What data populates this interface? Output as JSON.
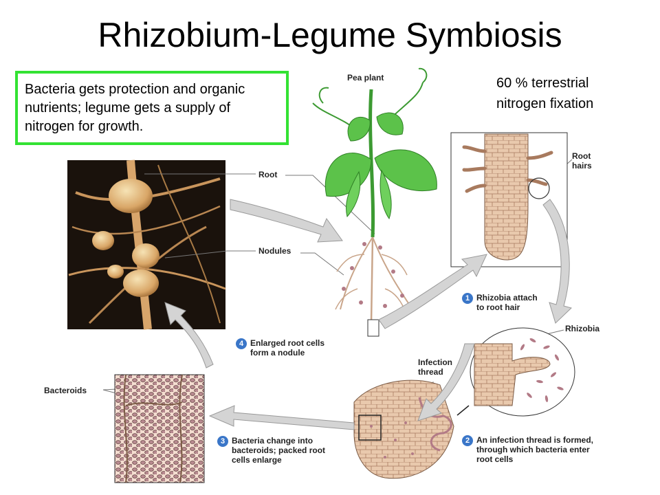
{
  "title": "Rhizobium-Legume Symbiosis",
  "note": "Bacteria gets protection and organic nutrients; legume gets a supply of nitrogen for growth.",
  "side_note": {
    "line1": "60 % terrestrial",
    "line2": "nitrogen fixation"
  },
  "labels": {
    "pea_plant": "Pea plant",
    "root": "Root",
    "nodules": "Nodules",
    "root_hairs_1": "Root",
    "root_hairs_2": "hairs",
    "rhizobia": "Rhizobia",
    "infection_thread_1": "Infection",
    "infection_thread_2": "thread",
    "bacteroids": "Bacteroids"
  },
  "steps": [
    {
      "num": "1",
      "line1": "Rhizobia attach",
      "line2": "to root hair",
      "line3": ""
    },
    {
      "num": "2",
      "line1": "An infection thread is formed,",
      "line2": "through which bacteria enter",
      "line3": "root cells"
    },
    {
      "num": "3",
      "line1": "Bacteria change into",
      "line2": "bacteroids; packed root",
      "line3": "cells enlarge"
    },
    {
      "num": "4",
      "line1": "Enlarged root cells",
      "line2": "form a nodule",
      "line3": ""
    }
  ],
  "colors": {
    "note_border": "#33e233",
    "step_badge": "#3a76c8",
    "plant_green": "#5cc24a",
    "root_tan": "#e8c9a8",
    "nodule_pink": "#b27a86",
    "photo_bg": "#1a120c",
    "arrow_gray": "#c9c9c9"
  }
}
